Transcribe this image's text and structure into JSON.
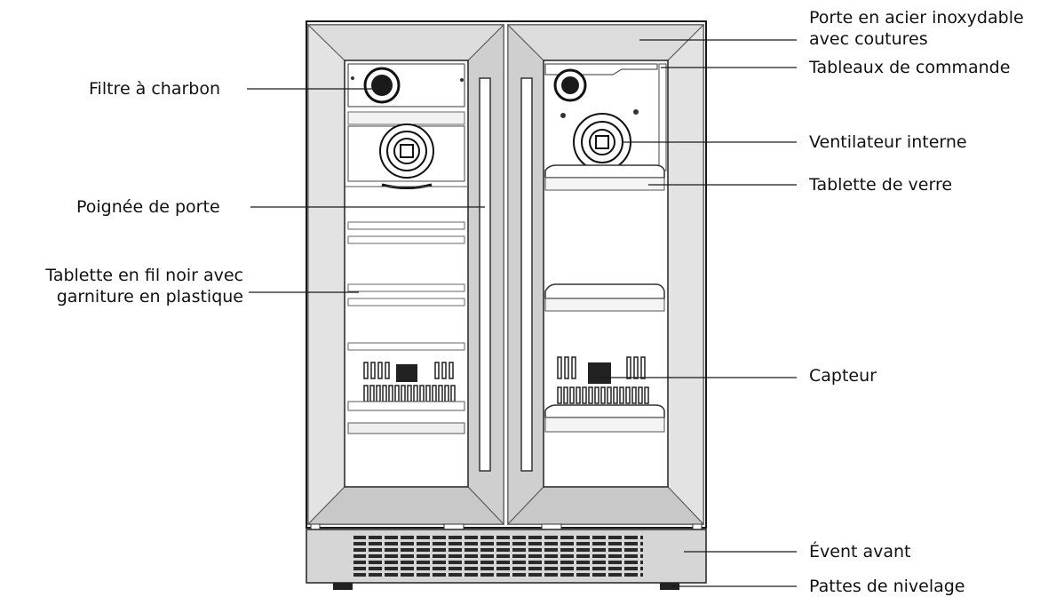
{
  "callouts": {
    "left": [
      {
        "id": "filtre",
        "text": "Filtre à charbon"
      },
      {
        "id": "poignee",
        "text": "Poignée de porte"
      },
      {
        "id": "tablette_fil",
        "lines": [
          "Tablette en fil noir avec",
          "garniture en plastique"
        ]
      }
    ],
    "right": [
      {
        "id": "porte",
        "lines": [
          "Porte en acier inoxydable",
          "avec coutures"
        ]
      },
      {
        "id": "tableaux",
        "text": "Tableaux de commande"
      },
      {
        "id": "ventilateur",
        "text": "Ventilateur interne"
      },
      {
        "id": "tablette_verre",
        "text": "Tablette de verre"
      },
      {
        "id": "capteur",
        "text": "Capteur"
      },
      {
        "id": "event",
        "text": "Évent avant"
      },
      {
        "id": "pattes",
        "text": "Pattes de nivelage"
      }
    ]
  },
  "colors": {
    "line": "#1a1a1a",
    "frame": "#d9d9d9",
    "frame_dark": "#b9b9b9",
    "glass": "#ffffff",
    "grille": "#2a2a2a"
  }
}
